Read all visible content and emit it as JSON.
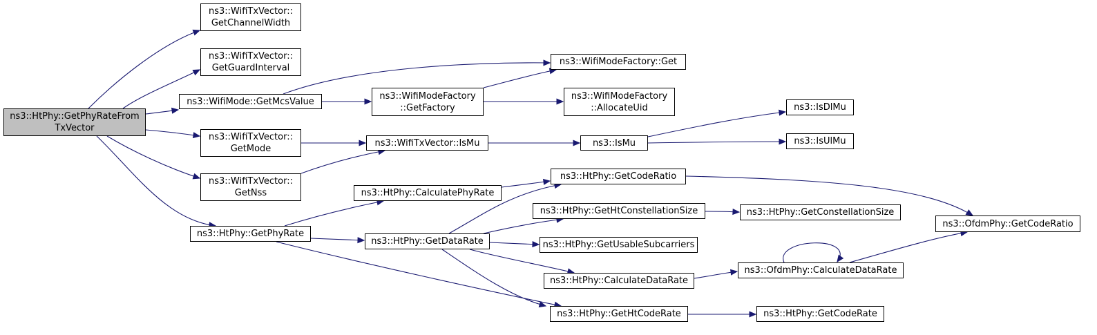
{
  "colors": {
    "edge": "#191970",
    "root_fill": "#bfbfbf",
    "node_fill": "#ffffff",
    "node_border": "#000000"
  },
  "nodes": {
    "root": {
      "lines": [
        "ns3::HtPhy::GetPhyRateFrom",
        "TxVector"
      ]
    },
    "getChannelWidth": {
      "lines": [
        "ns3::WifiTxVector::",
        "GetChannelWidth"
      ]
    },
    "getGuardInterval": {
      "lines": [
        "ns3::WifiTxVector::",
        "GetGuardInterval"
      ]
    },
    "getMcsValue": {
      "lines": [
        "ns3::WifiMode::GetMcsValue"
      ]
    },
    "getMode": {
      "lines": [
        "ns3::WifiTxVector::",
        "GetMode"
      ]
    },
    "getNss": {
      "lines": [
        "ns3::WifiTxVector::",
        "GetNss"
      ]
    },
    "htGetPhyRate": {
      "lines": [
        "ns3::HtPhy::GetPhyRate"
      ]
    },
    "wmfGet": {
      "lines": [
        "ns3::WifiModeFactory::Get"
      ]
    },
    "wmfGetFactory": {
      "lines": [
        "ns3::WifiModeFactory",
        "::GetFactory"
      ]
    },
    "wmfAllocateUid": {
      "lines": [
        "ns3::WifiModeFactory",
        "::AllocateUid"
      ]
    },
    "txIsMu": {
      "lines": [
        "ns3::WifiTxVector::IsMu"
      ]
    },
    "isMu": {
      "lines": [
        "ns3::IsMu"
      ]
    },
    "isDlMu": {
      "lines": [
        "ns3::IsDlMu"
      ]
    },
    "isUlMu": {
      "lines": [
        "ns3::IsUlMu"
      ]
    },
    "calcPhyRate": {
      "lines": [
        "ns3::HtPhy::CalculatePhyRate"
      ]
    },
    "getCodeRatio": {
      "lines": [
        "ns3::HtPhy::GetCodeRatio"
      ]
    },
    "getDataRate": {
      "lines": [
        "ns3::HtPhy::GetDataRate"
      ]
    },
    "getHtConstSize": {
      "lines": [
        "ns3::HtPhy::GetHtConstellationSize"
      ]
    },
    "getConstSize": {
      "lines": [
        "ns3::HtPhy::GetConstellationSize"
      ]
    },
    "getUsableSub": {
      "lines": [
        "ns3::HtPhy::GetUsableSubcarriers"
      ]
    },
    "calcDataRate": {
      "lines": [
        "ns3::HtPhy::CalculateDataRate"
      ]
    },
    "ofdmCalcDataRate": {
      "lines": [
        "ns3::OfdmPhy::CalculateDataRate"
      ]
    },
    "ofdmGetCodeRatio": {
      "lines": [
        "ns3::OfdmPhy::GetCodeRatio"
      ]
    },
    "getHtCodeRate": {
      "lines": [
        "ns3::HtPhy::GetHtCodeRate"
      ]
    },
    "getCodeRate": {
      "lines": [
        "ns3::HtPhy::GetCodeRate"
      ]
    }
  },
  "edges": [
    [
      "root",
      "getChannelWidth"
    ],
    [
      "root",
      "getGuardInterval"
    ],
    [
      "root",
      "getMcsValue"
    ],
    [
      "root",
      "getMode"
    ],
    [
      "root",
      "getNss"
    ],
    [
      "root",
      "htGetPhyRate"
    ],
    [
      "getMcsValue",
      "wmfGet"
    ],
    [
      "getMcsValue",
      "wmfGetFactory"
    ],
    [
      "wmfGetFactory",
      "wmfGet"
    ],
    [
      "wmfGetFactory",
      "wmfAllocateUid"
    ],
    [
      "getMode",
      "txIsMu"
    ],
    [
      "getNss",
      "txIsMu"
    ],
    [
      "txIsMu",
      "isMu"
    ],
    [
      "isMu",
      "isDlMu"
    ],
    [
      "isMu",
      "isUlMu"
    ],
    [
      "htGetPhyRate",
      "calcPhyRate"
    ],
    [
      "htGetPhyRate",
      "getDataRate"
    ],
    [
      "htGetPhyRate",
      "getHtCodeRate"
    ],
    [
      "calcPhyRate",
      "getCodeRatio"
    ],
    [
      "getCodeRatio",
      "ofdmGetCodeRatio"
    ],
    [
      "getDataRate",
      "getCodeRatio"
    ],
    [
      "getDataRate",
      "getHtConstSize"
    ],
    [
      "getDataRate",
      "getUsableSub"
    ],
    [
      "getDataRate",
      "calcDataRate"
    ],
    [
      "getDataRate",
      "getHtCodeRate"
    ],
    [
      "getHtConstSize",
      "getConstSize"
    ],
    [
      "calcDataRate",
      "ofdmCalcDataRate"
    ],
    [
      "ofdmCalcDataRate",
      "ofdmGetCodeRatio"
    ],
    [
      "ofdmCalcDataRate",
      "ofdmCalcDataRate"
    ],
    [
      "getHtCodeRate",
      "getCodeRate"
    ]
  ]
}
